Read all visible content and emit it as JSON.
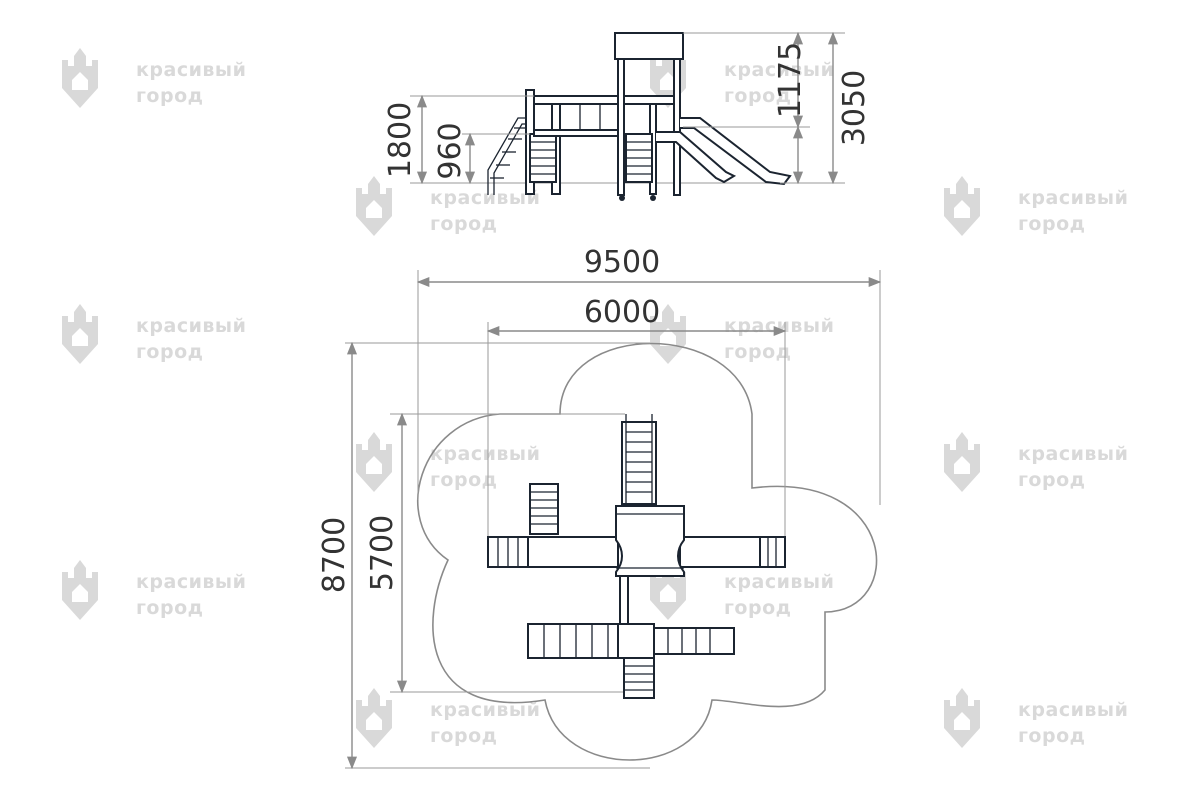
{
  "watermark": {
    "line1": "красивый",
    "line2": "город",
    "color": "#d9d9d9"
  },
  "side_view": {
    "dims": {
      "total_height": "3050",
      "roof_height": "1175",
      "platform_height": "1800",
      "step_height": "960"
    }
  },
  "plan_view": {
    "dims": {
      "zone_width": "9500",
      "equipment_width": "6000",
      "zone_depth": "8700",
      "equipment_depth": "5700"
    }
  },
  "colors": {
    "line": "#1b2430",
    "dimension": "#8a8a8a",
    "text": "#333333"
  }
}
